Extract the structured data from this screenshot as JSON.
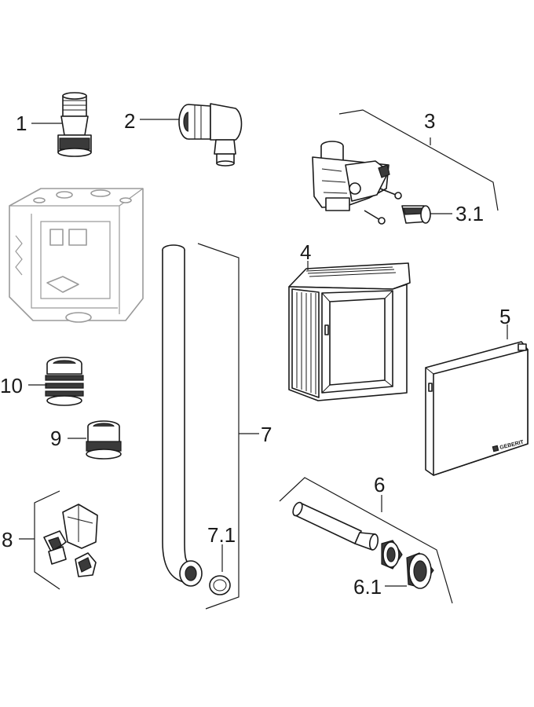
{
  "callouts": {
    "c1": "1",
    "c2": "2",
    "c3": "3",
    "c3_1": "3.1",
    "c4": "4",
    "c5": "5",
    "c6": "6",
    "c6_1": "6.1",
    "c7": "7",
    "c7_1": "7.1",
    "c8": "8",
    "c9": "9",
    "c10": "10"
  },
  "cover_brand": "GEBERIT",
  "colors": {
    "line": "#1a1a1a",
    "ghost": "#9a9a9a",
    "background": "#ffffff"
  }
}
